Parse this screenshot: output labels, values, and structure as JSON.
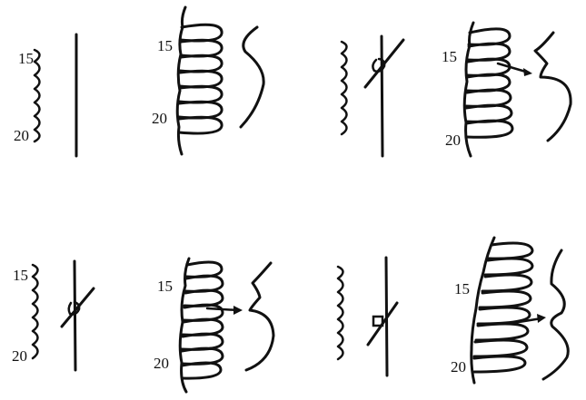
{
  "ink_color": "#111111",
  "background": "#ffffff",
  "panels": [
    {
      "type": "segments",
      "labels": [
        "15",
        "20"
      ],
      "marker": "none",
      "arrow": false
    },
    {
      "type": "coil",
      "labels": [
        "15",
        "20"
      ],
      "arrow": false
    },
    {
      "type": "segments",
      "labels": [],
      "marker": "knot",
      "arrow": false
    },
    {
      "type": "coil",
      "labels": [
        "15",
        "20"
      ],
      "arrow": true
    },
    {
      "type": "segments",
      "labels": [
        "15",
        "20"
      ],
      "marker": "knot",
      "arrow": false
    },
    {
      "type": "coil",
      "labels": [
        "15",
        "20"
      ],
      "arrow": true
    },
    {
      "type": "segments",
      "labels": [],
      "marker": "square",
      "arrow": false
    },
    {
      "type": "coil",
      "labels": [
        "15",
        "20"
      ],
      "arrow": true
    }
  ],
  "labels": {
    "p1_top": "15",
    "p1_bottom": "20",
    "p2_top": "15",
    "p2_bottom": "20",
    "p4_top": "15",
    "p4_bottom": "20",
    "p5_top": "15",
    "p5_bottom": "20",
    "p6_top": "15",
    "p6_bottom": "20",
    "p8_top": "15",
    "p8_bottom": "20"
  }
}
